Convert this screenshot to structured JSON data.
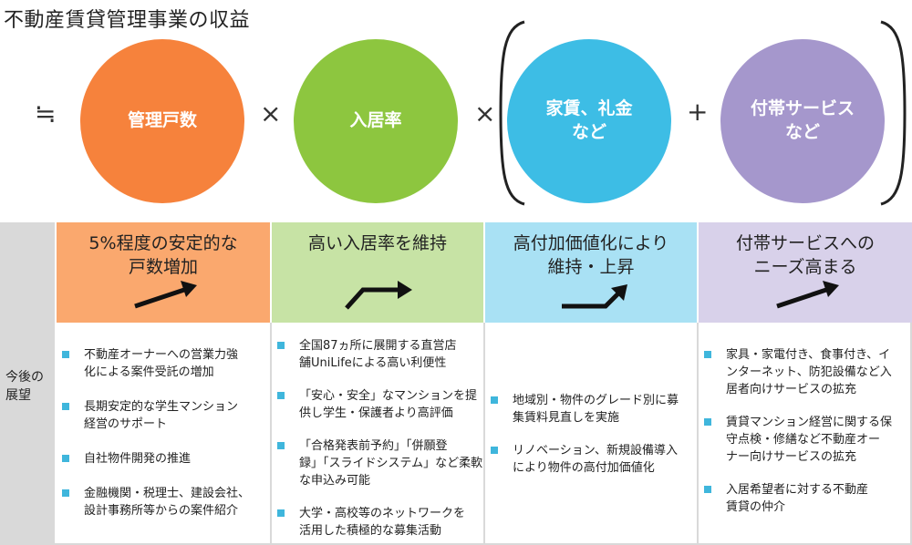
{
  "title": "不動産賃貸管理事業の収益",
  "formula": {
    "approx": "≒",
    "times1": "×",
    "times2": "×",
    "plus": "+",
    "circles": [
      {
        "label": "管理戸数",
        "color": "#f6823c"
      },
      {
        "label": "入居率",
        "color": "#8dc63f"
      },
      {
        "label": "家賃、礼金\nなど",
        "color": "#3dbde5"
      },
      {
        "label": "付帯サービス\nなど",
        "color": "#a597cc"
      }
    ]
  },
  "sidebar": {
    "label": "今後の\n展望",
    "color": "#d9d9d9"
  },
  "columns": [
    {
      "header": "5%程度の安定的な\n戸数増加",
      "header_color": "#faa86e",
      "arrow": "rising",
      "bullets": [
        "不動産オーナーへの営業力強\n化による案件受託の増加",
        "長期安定的な学生マンション\n経営のサポート",
        "自社物件開発の推進",
        "金融機関・税理士、建設会社、\n設計事務所等からの案件紹介"
      ]
    },
    {
      "header": "高い入居率を維持",
      "header_color": "#c7e3a5",
      "arrow": "step-up",
      "bullets": [
        "全国87ヵ所に展開する直営店\n舗UniLifeによる高い利便性",
        "「安心・安全」なマンションを提\n供し学生・保護者より高評価",
        "「合格発表前予約」「併願登\n録」「スライドシステム」など柔軟\nな申込み可能",
        "大学・高校等のネットワークを\n活用した積極的な募集活動"
      ]
    },
    {
      "header": "高付加価値化により\n維持・上昇",
      "header_color": "#a9e1f4",
      "arrow": "flat-up",
      "bullets": [
        "地域別・物件のグレード別に募\n集賃料見直しを実施",
        "リノベーション、新規設備導入\nにより物件の高付加価値化"
      ]
    },
    {
      "header": "付帯サービスへの\nニーズ高まる",
      "header_color": "#d8d1ea",
      "arrow": "rising",
      "bullets": [
        "家具・家電付き、食事付き、イ\nンターネット、防犯設備など入\n居者向けサービスの拡充",
        "賃貸マンション経営に関する保\n守点検・修繕など不動産オー\nナー向けサービスの拡充",
        "入居希望者に対する不動産\n賃貸の仲介"
      ]
    }
  ],
  "bullet_color": "#3fb6dc"
}
